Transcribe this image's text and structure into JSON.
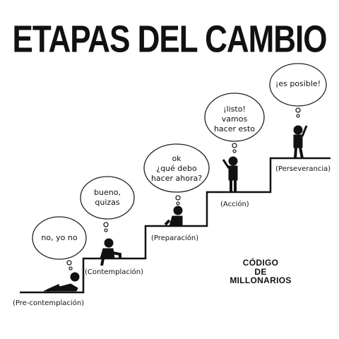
{
  "title": "ETAPAS DEL CAMBIO",
  "stages": [
    {
      "label": "(Pre-contemplación)",
      "thought": "no, yo no"
    },
    {
      "label": "(Contemplación)",
      "thought": "bueno,\nquizas"
    },
    {
      "label": "(Preparación)",
      "thought": "ok\n¿qué debo\nhacer ahora?"
    },
    {
      "label": "(Acción)",
      "thought": "¡listo!\nvamos\nhacer esto"
    },
    {
      "label": "(Perseverancia)",
      "thought": "¡es posible!"
    }
  ],
  "brand": {
    "line1": "CÓDIGO",
    "line2": "DE",
    "line3": "MILLONARIOS"
  }
}
